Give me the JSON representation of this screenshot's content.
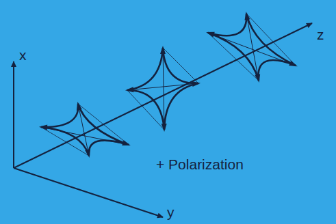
{
  "diagram": {
    "labels": [
      "x",
      "y",
      "z",
      "+ Polarization"
    ]
  }
}
